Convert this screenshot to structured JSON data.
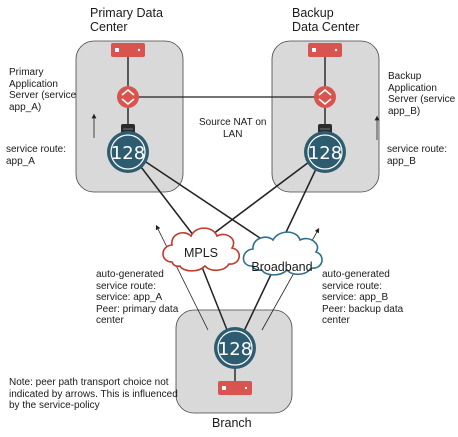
{
  "sites": {
    "primary": {
      "title": "Primary Data\nCenter"
    },
    "backup": {
      "title": "Backup\nData Center"
    },
    "branch": {
      "title": "Branch"
    }
  },
  "router_label": "128",
  "clouds": {
    "mpls": {
      "label": "MPLS",
      "color": "#c0392b"
    },
    "broadband": {
      "label": "Broadband",
      "color": "#2e6f8e"
    }
  },
  "labels": {
    "primary_server": "Primary\nApplication\nServer (service\napp_A)",
    "backup_server": "Backup\nApplication\nServer (service\napp_B)",
    "primary_route": "service route:\napp_A",
    "backup_route": "service route:\napp_B",
    "source_nat": "Source NAT on\nLAN",
    "auto_a": "auto-generated\nservice route:\nservice: app_A\nPeer: primary data\ncenter",
    "auto_b": "auto-generated\nservice route:\nservice: app_B\nPeer: backup data\ncenter",
    "note": "Note: peer path transport choice not\nindicated by arrows.  This is influenced\nby the service-policy"
  },
  "colors": {
    "site_box": "#d9d9d9",
    "router": "#2d5b70",
    "server_red": "#d9534f"
  }
}
